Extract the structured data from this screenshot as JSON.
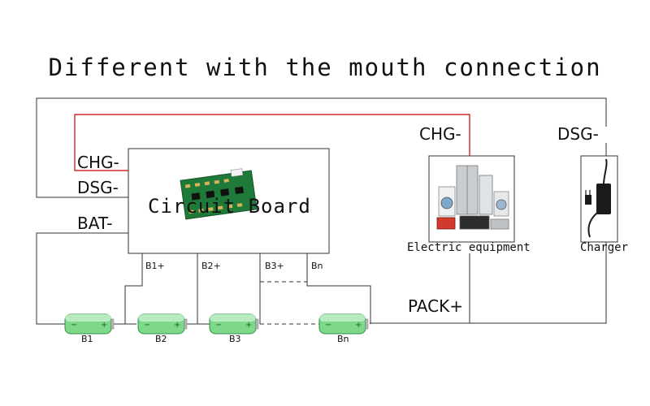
{
  "title": "Different with the mouth connection",
  "board": {
    "label": "Circuit Board",
    "ports": [
      "CHG-",
      "DSG-",
      "BAT-"
    ],
    "taps": [
      "B1+",
      "B2+",
      "B3+",
      "Bn"
    ]
  },
  "devices": {
    "equipment_terminal": "CHG-",
    "equipment_caption": "Electric equipment",
    "charger_terminal": "DSG-",
    "charger_caption": "Charger",
    "pack_plus": "PACK+"
  },
  "cells": [
    "B1",
    "B2",
    "B3",
    "Bn"
  ],
  "colors": {
    "wire": "#333333",
    "highlight_wire": "#cc0000",
    "battery_body": "#7ed88a",
    "pcb": "#1f7a3a"
  }
}
